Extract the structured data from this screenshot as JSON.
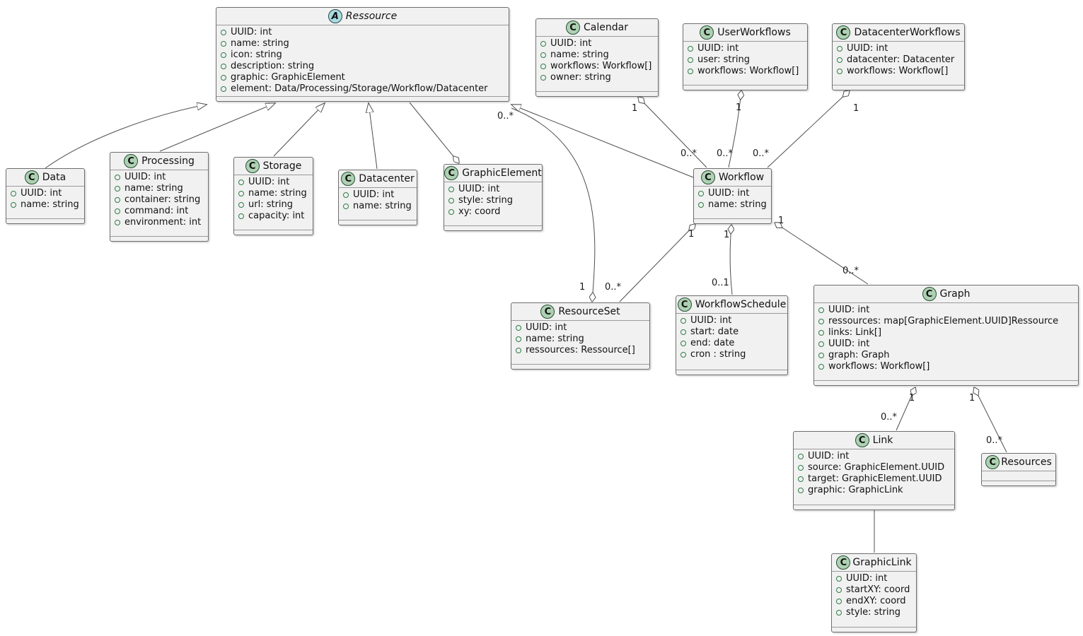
{
  "diagram_type": "uml-class-diagram",
  "colors": {
    "class_background": "#f1f1f1",
    "class_border": "#6e6e6e",
    "class_spot": "#add1b2",
    "abstract_spot": "#a9dcdf",
    "field_circle": "#2d7d46",
    "edge_line": "#4e4e4e"
  },
  "classes": {
    "ressource": {
      "spot": "A",
      "name": "Ressource",
      "attributes": [
        "UUID: int",
        "name: string",
        "icon: string",
        "description: string",
        "graphic: GraphicElement",
        "element: Data/Processing/Storage/Workflow/Datacenter"
      ]
    },
    "data": {
      "spot": "C",
      "name": "Data",
      "attributes": [
        "UUID: int",
        "name: string"
      ]
    },
    "processing": {
      "spot": "C",
      "name": "Processing",
      "attributes": [
        "UUID: int",
        "name: string",
        "container: string",
        "command: int",
        "environment: int"
      ]
    },
    "storage": {
      "spot": "C",
      "name": "Storage",
      "attributes": [
        "UUID: int",
        "name: string",
        "url: string",
        "capacity: int"
      ]
    },
    "datacenter": {
      "spot": "C",
      "name": "Datacenter",
      "attributes": [
        "UUID: int",
        "name: string"
      ]
    },
    "graphicelement": {
      "spot": "C",
      "name": "GraphicElement",
      "attributes": [
        "UUID: int",
        "style: string",
        "xy: coord"
      ]
    },
    "calendar": {
      "spot": "C",
      "name": "Calendar",
      "attributes": [
        "UUID: int",
        "name: string",
        "workflows: Workflow[]",
        "owner: string"
      ]
    },
    "userworkflows": {
      "spot": "C",
      "name": "UserWorkflows",
      "attributes": [
        "UUID: int",
        "user: string",
        "workflows: Workflow[]"
      ]
    },
    "datacenterworkflows": {
      "spot": "C",
      "name": "DatacenterWorkflows",
      "attributes": [
        "UUID: int",
        "datacenter: Datacenter",
        "workflows: Workflow[]"
      ]
    },
    "workflow": {
      "spot": "C",
      "name": "Workflow",
      "attributes": [
        "UUID: int",
        "name: string"
      ]
    },
    "resourceset": {
      "spot": "C",
      "name": "ResourceSet",
      "attributes": [
        "UUID: int",
        "name: string",
        "ressources: Ressource[]"
      ]
    },
    "workflowschedule": {
      "spot": "C",
      "name": "WorkflowSchedule",
      "attributes": [
        "UUID: int",
        "start: date",
        "end: date",
        "cron : string"
      ]
    },
    "graph": {
      "spot": "C",
      "name": "Graph",
      "attributes": [
        "UUID: int",
        "ressources: map[GraphicElement.UUID]Ressource",
        "links: Link[]",
        "UUID: int",
        "graph: Graph",
        "workflows: Workflow[]"
      ]
    },
    "link": {
      "spot": "C",
      "name": "Link",
      "attributes": [
        "UUID: int",
        "source: GraphicElement.UUID",
        "target: GraphicElement.UUID",
        "graphic: GraphicLink"
      ]
    },
    "resources": {
      "spot": "C",
      "name": "Resources",
      "attributes": []
    },
    "graphiclink": {
      "spot": "C",
      "name": "GraphicLink",
      "attributes": [
        "UUID: int",
        "startXY: coord",
        "endXY: coord",
        "style: string"
      ]
    }
  },
  "multiplicities": {
    "ressource_in_resourceset": "0..*",
    "calendar_one": "1",
    "userworkflows_one": "1",
    "datacenterworkflows_one": "1",
    "workflow_in_calendar": "0..*",
    "workflow_in_userworkflows": "0..*",
    "workflow_in_datacenterworkflows": "0..*",
    "workflow_resourceset_one": "1",
    "workflow_schedule_one": "1",
    "workflow_graph_one": "1",
    "resourceset_in_workflow": "0..*",
    "resourceset_one": "1",
    "schedule_in_workflow": "0..1",
    "graph_in_workflow": "0..*",
    "graph_link_one": "1",
    "graph_resources_one": "1",
    "link_in_graph": "0..*",
    "resources_in_graph": "0..*"
  }
}
